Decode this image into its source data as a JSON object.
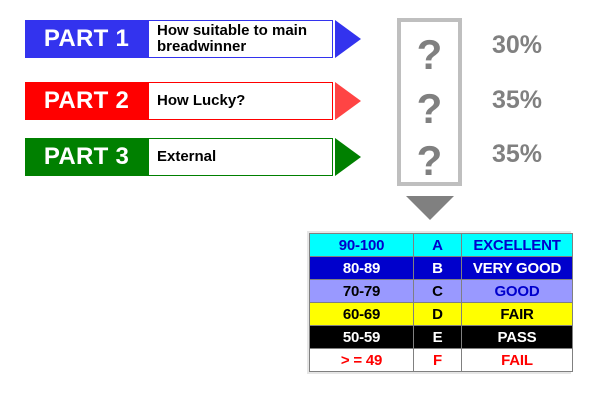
{
  "parts": [
    {
      "label": "PART 1",
      "description": "How suitable to main breadwinner",
      "bar_color": "#3333EE",
      "arrow_color": "#3333EE"
    },
    {
      "label": "PART 2",
      "description": "How Lucky?",
      "bar_color": "#FF0000",
      "arrow_color": "#FF4444"
    },
    {
      "label": "PART 3",
      "description": "External",
      "bar_color": "#008000",
      "arrow_color": "#008000"
    }
  ],
  "weights": {
    "placeholder": "?",
    "values": [
      "30%",
      "35%",
      "35%"
    ],
    "panel_border_color": "#BFBFBF",
    "text_color": "#808080",
    "arrow_color": "#808080"
  },
  "grade_table": {
    "rows": [
      {
        "range": "90-100",
        "grade": "A",
        "descriptor": "EXCELLENT",
        "bg": "#00FFFF",
        "fg": "#0000CC"
      },
      {
        "range": "80-89",
        "grade": "B",
        "descriptor": "VERY GOOD",
        "bg": "#0000CC",
        "fg": "#FFFFFF"
      },
      {
        "range": "70-79",
        "grade": "C",
        "descriptor": "GOOD",
        "bg": "#9999FF",
        "fg": "#000000",
        "descriptor_fg": "#0000CC"
      },
      {
        "range": "60-69",
        "grade": "D",
        "descriptor": "FAIR",
        "bg": "#FFFF00",
        "fg": "#000000"
      },
      {
        "range": "50-59",
        "grade": "E",
        "descriptor": "PASS",
        "bg": "#000000",
        "fg": "#FFFFFF"
      },
      {
        "range": "> = 49",
        "grade": "F",
        "descriptor": "FAIL",
        "bg": "#FFFFFF",
        "fg": "#FF0000"
      }
    ]
  }
}
